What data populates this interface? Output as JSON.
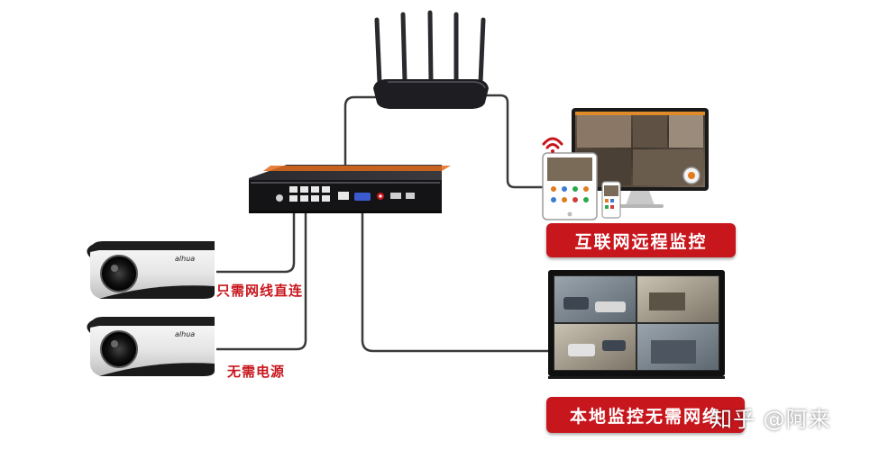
{
  "labels": {
    "direct_network": "只需网线直连",
    "no_power": "无需电源",
    "remote_monitoring": "互联网远程监控",
    "local_monitoring": "本地监控无需网络"
  },
  "watermark": "知乎 @阿来",
  "camera_brand": "alhua",
  "colors": {
    "accent_red": "#c8161d",
    "cable": "#3a3a3a",
    "device_black": "#1e1e22"
  }
}
